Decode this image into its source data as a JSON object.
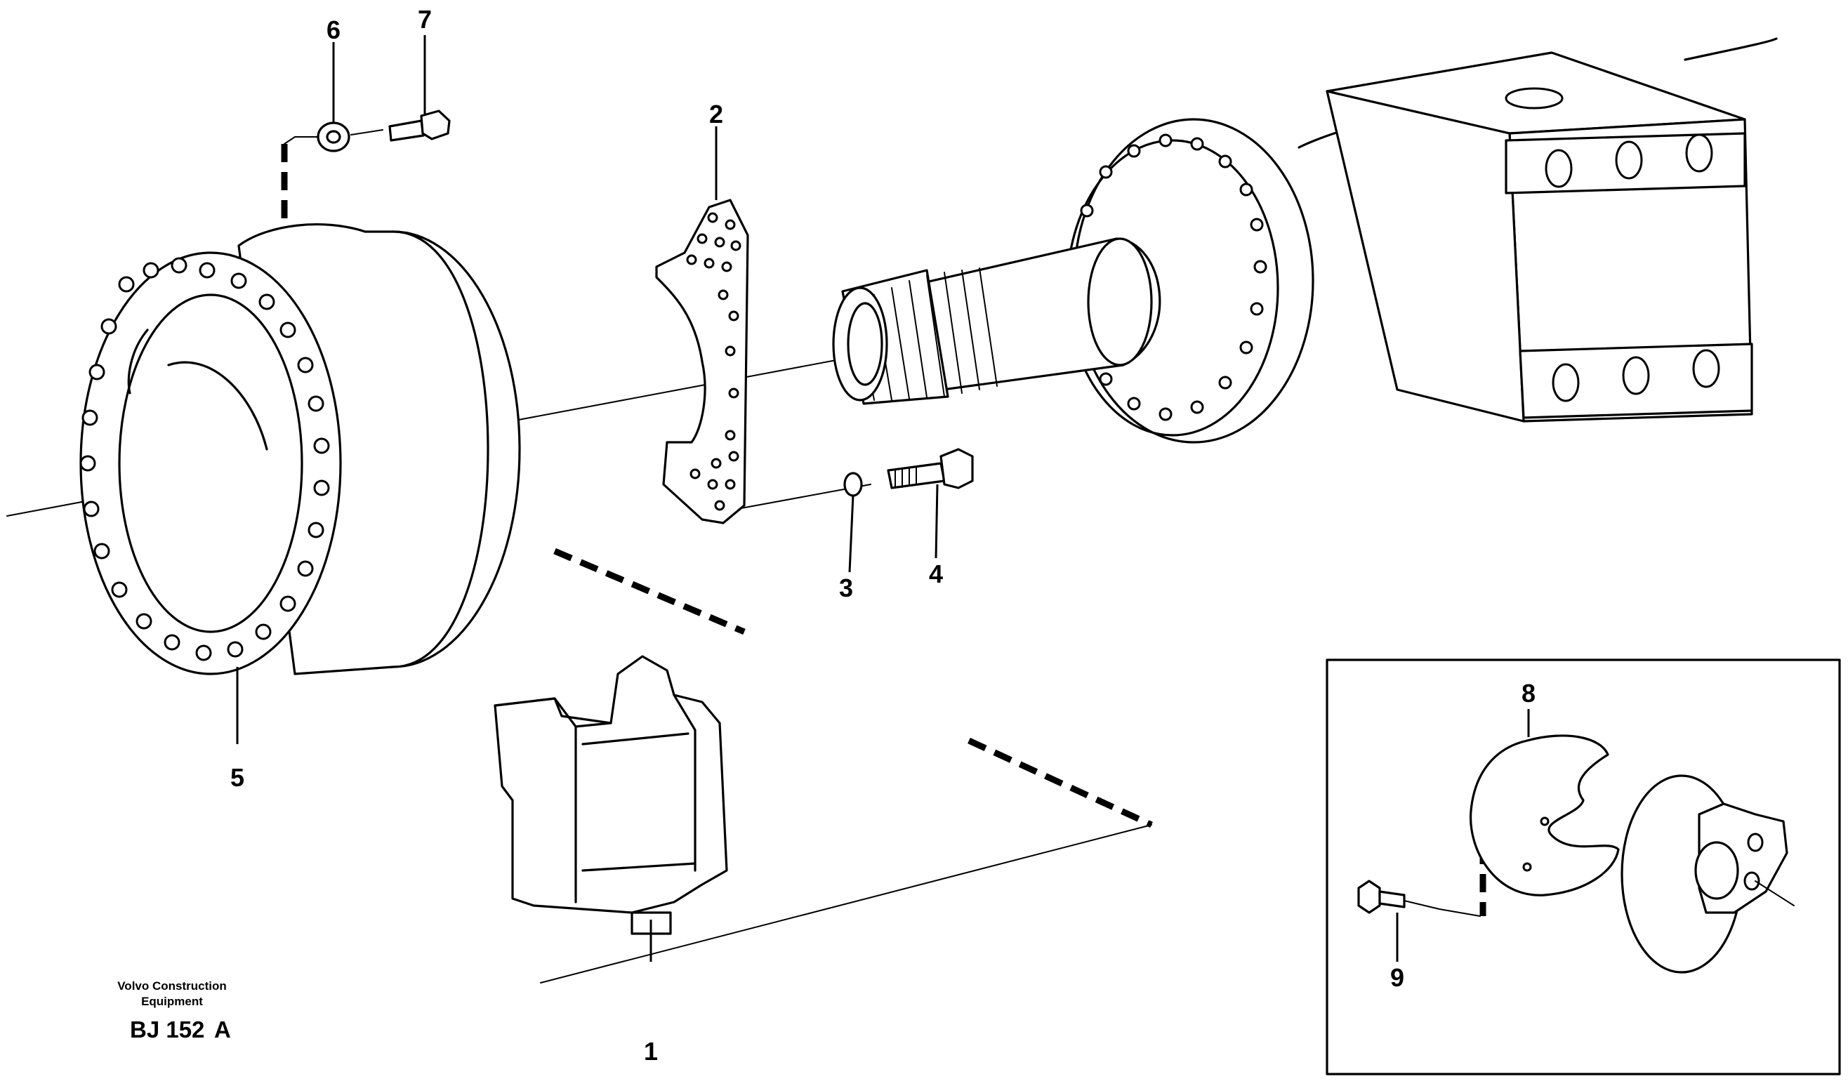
{
  "callouts": [
    {
      "id": "1",
      "label": "1"
    },
    {
      "id": "2",
      "label": "2"
    },
    {
      "id": "3",
      "label": "3"
    },
    {
      "id": "4",
      "label": "4"
    },
    {
      "id": "5",
      "label": "5"
    },
    {
      "id": "6",
      "label": "6"
    },
    {
      "id": "7",
      "label": "7"
    },
    {
      "id": "8",
      "label": "8"
    },
    {
      "id": "9",
      "label": "9"
    }
  ],
  "footer": {
    "brand_line1": "Volvo Construction",
    "brand_line2": "Equipment",
    "code": "BJ 152",
    "revision": "A"
  }
}
